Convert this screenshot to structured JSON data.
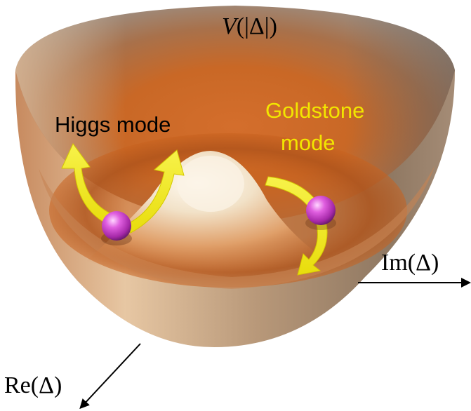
{
  "axes": {
    "vertical_label": "V(|Δ|)",
    "vertical_prefix": "V",
    "vertical_inner": "Δ",
    "horizontal_label": "Im(Δ)",
    "depth_label": "Re(Δ)"
  },
  "modes": {
    "higgs": "Higgs mode",
    "goldstone_line1": "Goldstone",
    "goldstone_line2": "mode"
  },
  "colors": {
    "higgs_text": "#000000",
    "goldstone_text": "#f2e600",
    "arrow_fill": "#f5ef1a",
    "ball": "#d94fd9",
    "bowl_rim": "#e8cfa6",
    "bowl_dark": "#b0521c"
  },
  "icons": {
    "ball": "magenta-sphere",
    "arrows": "yellow-curved-arrow"
  }
}
